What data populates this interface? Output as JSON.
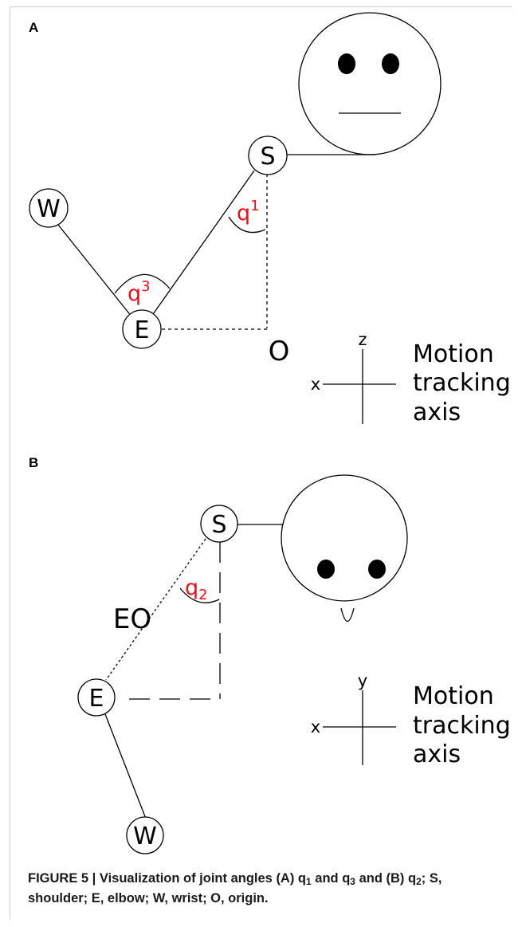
{
  "panel_a": {
    "label": "A",
    "nodes": {
      "shoulder": "S",
      "elbow": "E",
      "wrist": "W"
    },
    "origin": "O",
    "angle_1": {
      "base": "q",
      "index": "1"
    },
    "angle_3": {
      "base": "q",
      "index": "3"
    },
    "axis": {
      "horizontal": "x",
      "vertical": "z",
      "caption_lines": [
        "Motion",
        "tracking",
        "axis"
      ]
    }
  },
  "panel_b": {
    "label": "B",
    "nodes": {
      "shoulder": "S",
      "elbow": "E",
      "wrist": "W"
    },
    "segment_label": "EO",
    "angle_2": {
      "base": "q",
      "index": "2"
    },
    "axis": {
      "horizontal": "x",
      "vertical": "y",
      "caption_lines": [
        "Motion",
        "tracking",
        "axis"
      ]
    }
  },
  "caption": {
    "figure_label": "FIGURE 5 | Visualization of joint angles (A) q",
    "sub_1": "1",
    "mid_1": " and q",
    "sub_3": "3",
    "mid_2": " and (B) q",
    "sub_2": "2",
    "tail": "; S, shoulder; E, elbow; W, wrist; O, origin."
  },
  "colors": {
    "angle_label": "#e8101a",
    "line": "#000000",
    "frame_border": "#cfcfcf"
  }
}
